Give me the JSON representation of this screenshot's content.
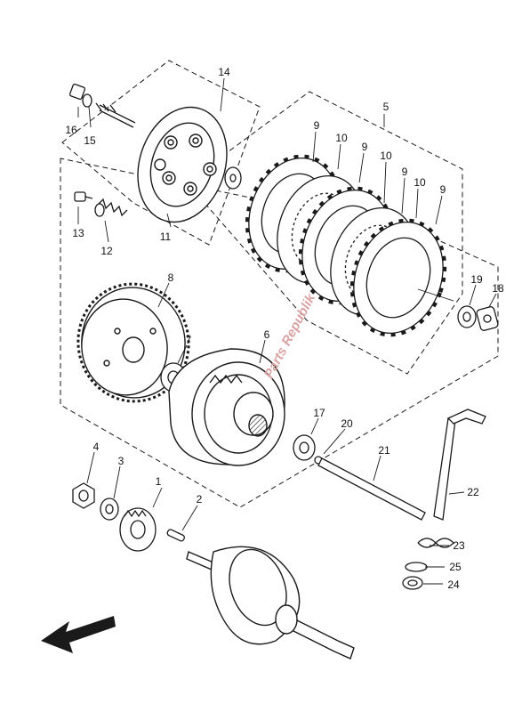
{
  "diagram": {
    "type": "exploded-parts-diagram",
    "line_color": "#1a1a1a",
    "background": "#ffffff",
    "watermark_color": "#d9a3a3",
    "arrow_icon": "direction-arrow-icon",
    "watermark": "Parts Republik"
  },
  "callouts": [
    {
      "id": "c1",
      "label": "1"
    },
    {
      "id": "c2",
      "label": "2"
    },
    {
      "id": "c3",
      "label": "3"
    },
    {
      "id": "c4",
      "label": "4"
    },
    {
      "id": "c5",
      "label": "5"
    },
    {
      "id": "c6",
      "label": "6"
    },
    {
      "id": "c7",
      "label": "7"
    },
    {
      "id": "c8",
      "label": "8"
    },
    {
      "id": "c9a",
      "label": "9"
    },
    {
      "id": "c9b",
      "label": "9"
    },
    {
      "id": "c9c",
      "label": "9"
    },
    {
      "id": "c9d",
      "label": "9"
    },
    {
      "id": "c10a",
      "label": "10"
    },
    {
      "id": "c10b",
      "label": "10"
    },
    {
      "id": "c10c",
      "label": "10"
    },
    {
      "id": "c11",
      "label": "11"
    },
    {
      "id": "c12",
      "label": "12"
    },
    {
      "id": "c13",
      "label": "13"
    },
    {
      "id": "c14",
      "label": "14"
    },
    {
      "id": "c15",
      "label": "15"
    },
    {
      "id": "c16",
      "label": "16"
    },
    {
      "id": "c17",
      "label": "17"
    },
    {
      "id": "c18",
      "label": "18"
    },
    {
      "id": "c19",
      "label": "19"
    },
    {
      "id": "c20",
      "label": "20"
    },
    {
      "id": "c21",
      "label": "21"
    },
    {
      "id": "c22",
      "label": "22"
    },
    {
      "id": "c23",
      "label": "23"
    },
    {
      "id": "c24",
      "label": "24"
    },
    {
      "id": "c25",
      "label": "25"
    }
  ]
}
